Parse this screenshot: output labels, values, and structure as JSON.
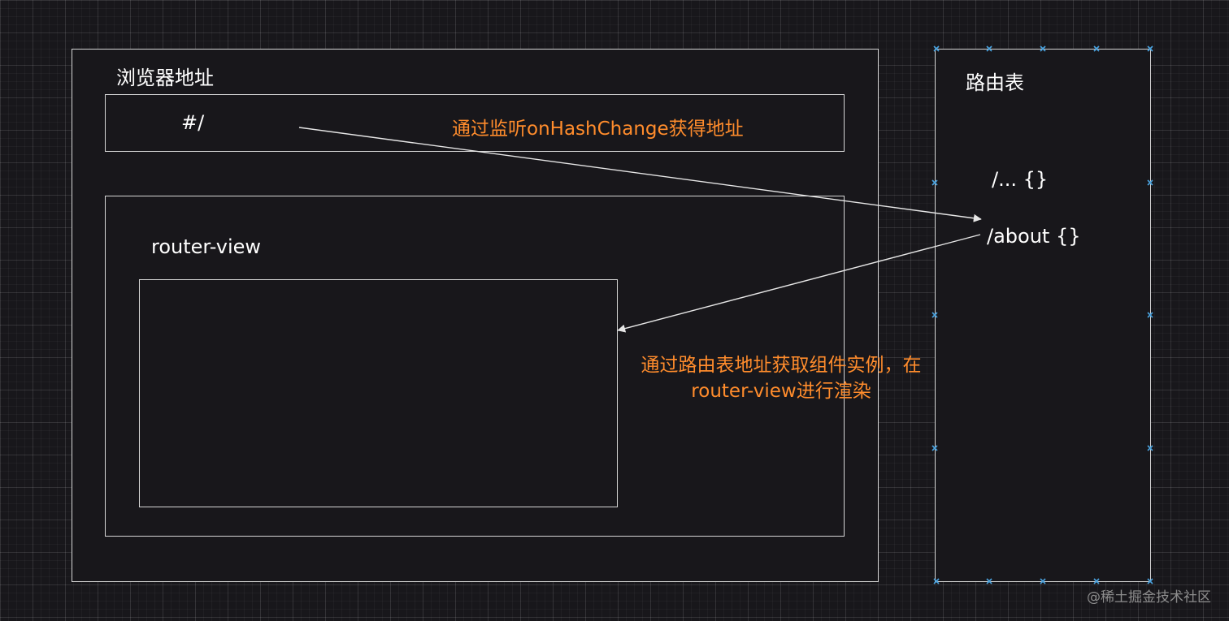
{
  "browser": {
    "title": "浏览器地址",
    "address_value": "#/",
    "router_view_label": "router-view"
  },
  "route_table": {
    "title": "路由表",
    "entries": [
      {
        "label": "/... {}"
      },
      {
        "label": "/about {}"
      }
    ]
  },
  "annotations": {
    "hash_change": "通过监听onHashChange获得地址",
    "render_line1": "通过路由表地址获取组件实例，在",
    "render_line2": "router-view进行渲染"
  },
  "watermark": "@稀土掘金技术社区",
  "colors": {
    "background": "#18171b",
    "stroke": "#d6d6d6",
    "annotation": "#ff8c2c",
    "handle": "#4aa3df"
  }
}
